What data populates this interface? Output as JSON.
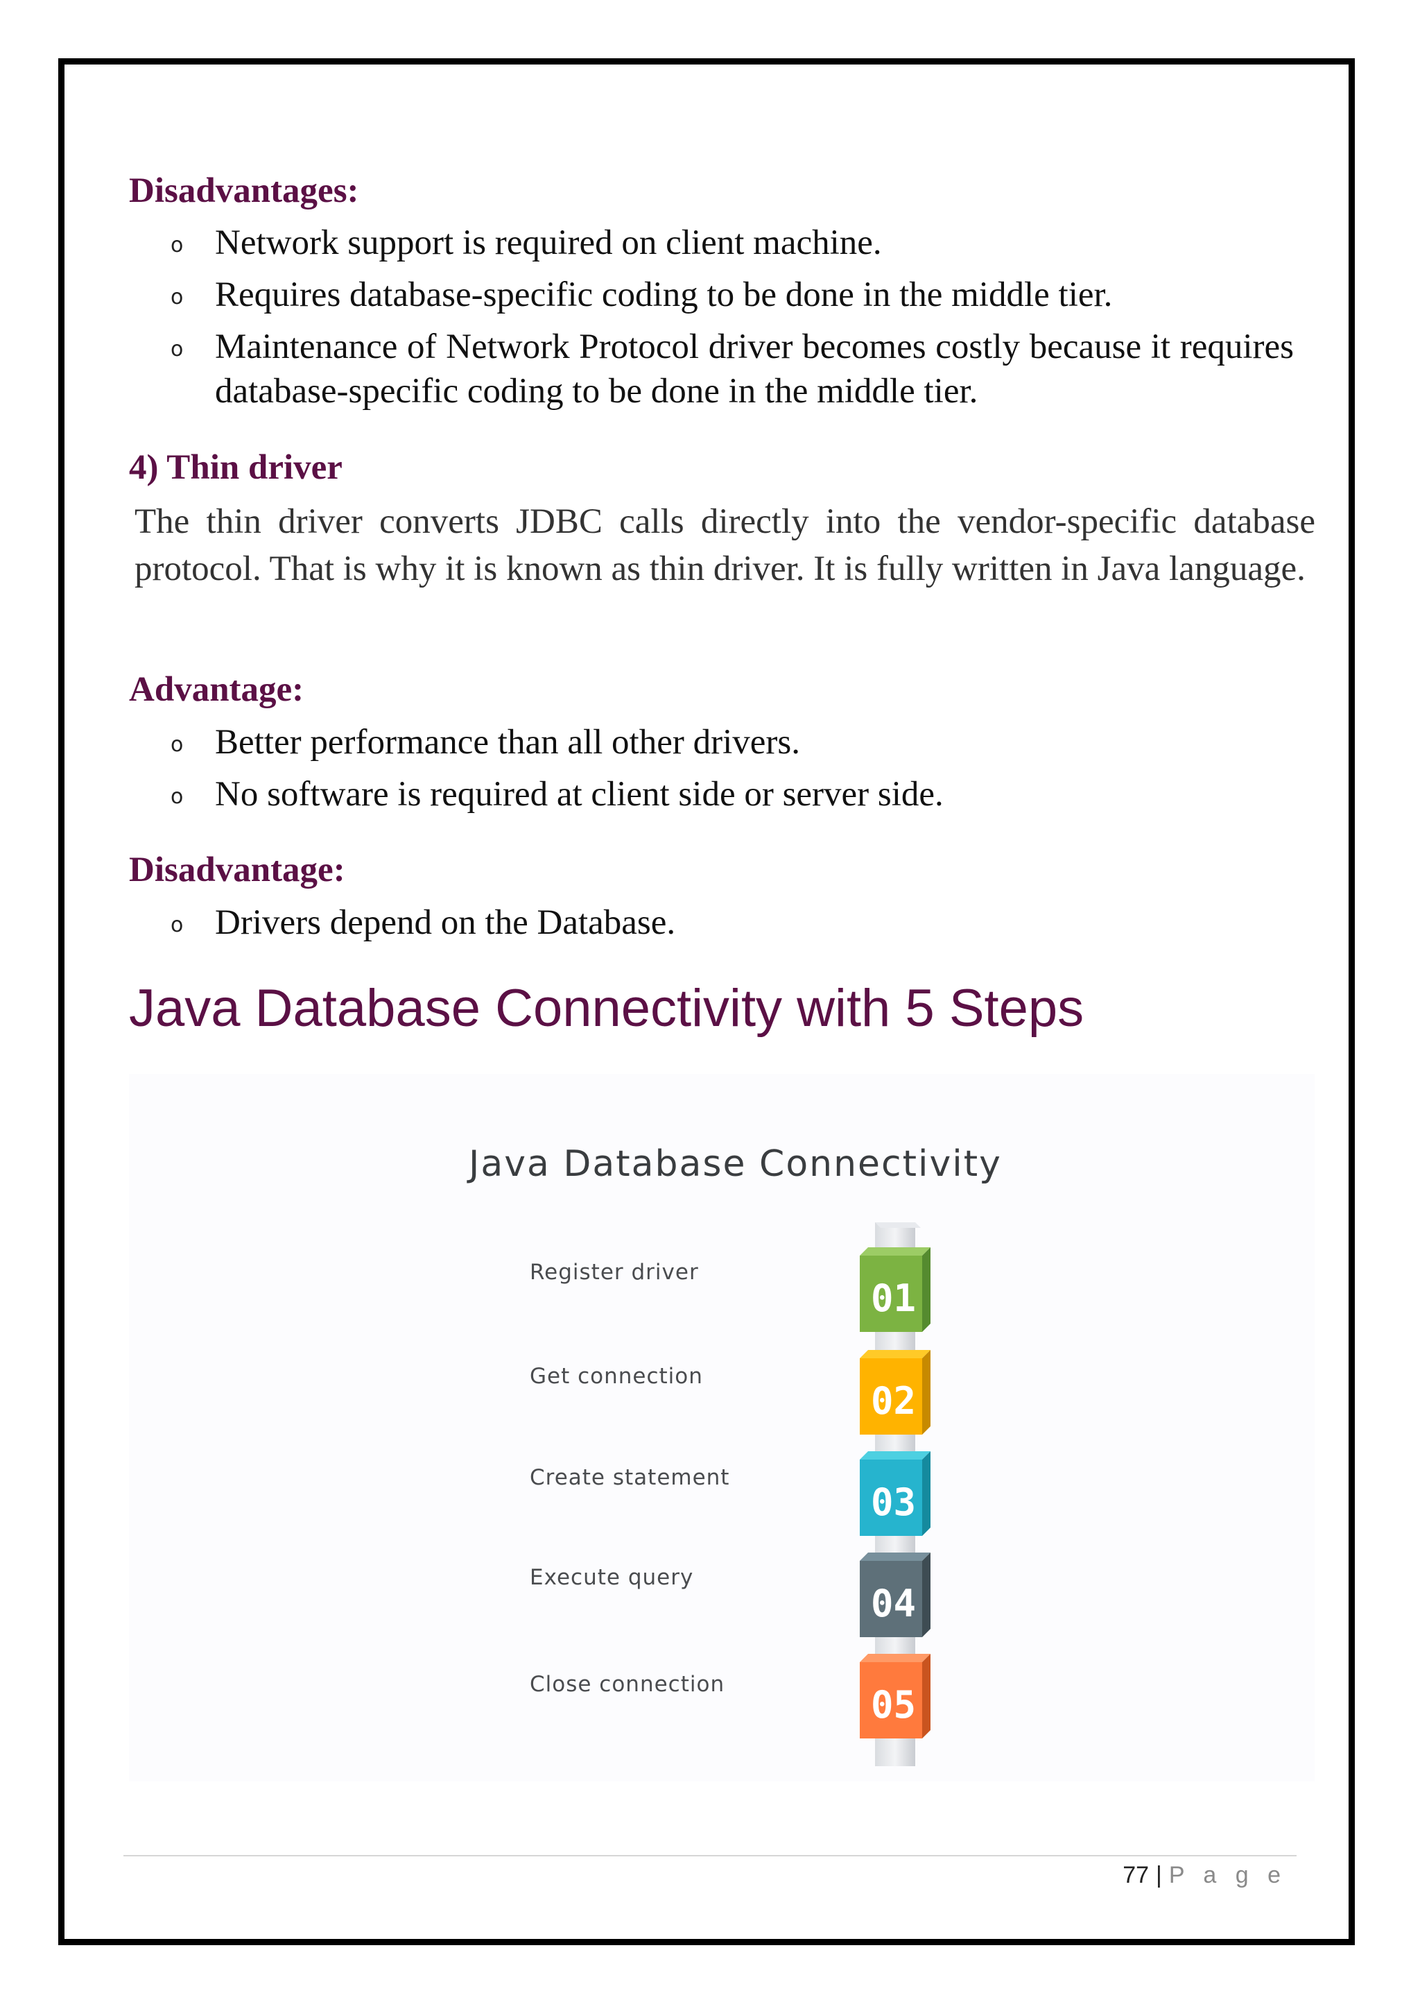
{
  "sections": {
    "disadvantages": {
      "heading": "Disadvantages:",
      "items": [
        "Network support is required on client machine.",
        "Requires database-specific coding to be done in the middle tier.",
        "Maintenance of Network Protocol driver becomes costly because it requires database-specific coding to be done in the middle tier."
      ]
    },
    "thin_driver": {
      "heading": "4) Thin driver",
      "paragraph": "The thin driver converts JDBC calls directly into the vendor-specific database protocol. That is why it is known as thin driver. It is fully written in Java language."
    },
    "advantage": {
      "heading": "Advantage:",
      "items": [
        "Better performance than all other drivers.",
        "No software is required at client side or server side."
      ]
    },
    "disadvantage": {
      "heading": "Disadvantage:",
      "items": [
        "Drivers depend on the Database."
      ]
    }
  },
  "bullet_glyph": "o",
  "section_title": "Java Database Connectivity with 5 Steps",
  "figure": {
    "title": "Java Database Connectivity",
    "steps": [
      {
        "label": "Register  driver",
        "number": "01",
        "color": "#7cb342"
      },
      {
        "label": "Get connection",
        "number": "02",
        "color": "#ffb300"
      },
      {
        "label": "Create statement",
        "number": "03",
        "color": "#26b4ce"
      },
      {
        "label": "Execute query",
        "number": "04",
        "color": "#5e7079"
      },
      {
        "label": "Close connection",
        "number": "05",
        "color": "#ff7a3d"
      }
    ]
  },
  "footer": {
    "page_number": "77",
    "separator": "|",
    "page_label": "P a g e"
  },
  "colors": {
    "heading": "#5b1045",
    "frame": "#000000"
  }
}
